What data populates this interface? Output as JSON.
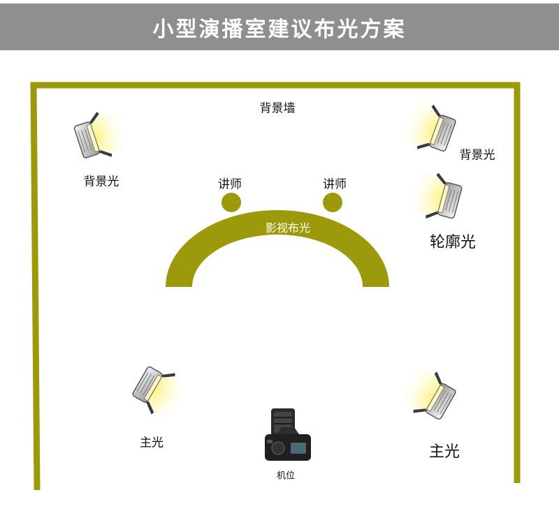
{
  "title": "小型演播室建议布光方案",
  "colors": {
    "accent": "#9c9a0a",
    "title_bar": "#8f8f8f",
    "light_glow": "#fff7a8"
  },
  "labels": {
    "back_wall": "背景墙",
    "back_light_left": "背景光",
    "back_light_right": "背景光",
    "rim_light": "轮廓光",
    "lecturer_left": "讲师",
    "lecturer_right": "讲师",
    "video_lighting": "影视布光",
    "key_light_left": "主光",
    "key_light_right": "主光",
    "camera_position": "机位"
  },
  "icons": {
    "lamp": "studio-lamp-icon",
    "camera": "dslr-camera-icon",
    "person": "lecturer-circle"
  }
}
